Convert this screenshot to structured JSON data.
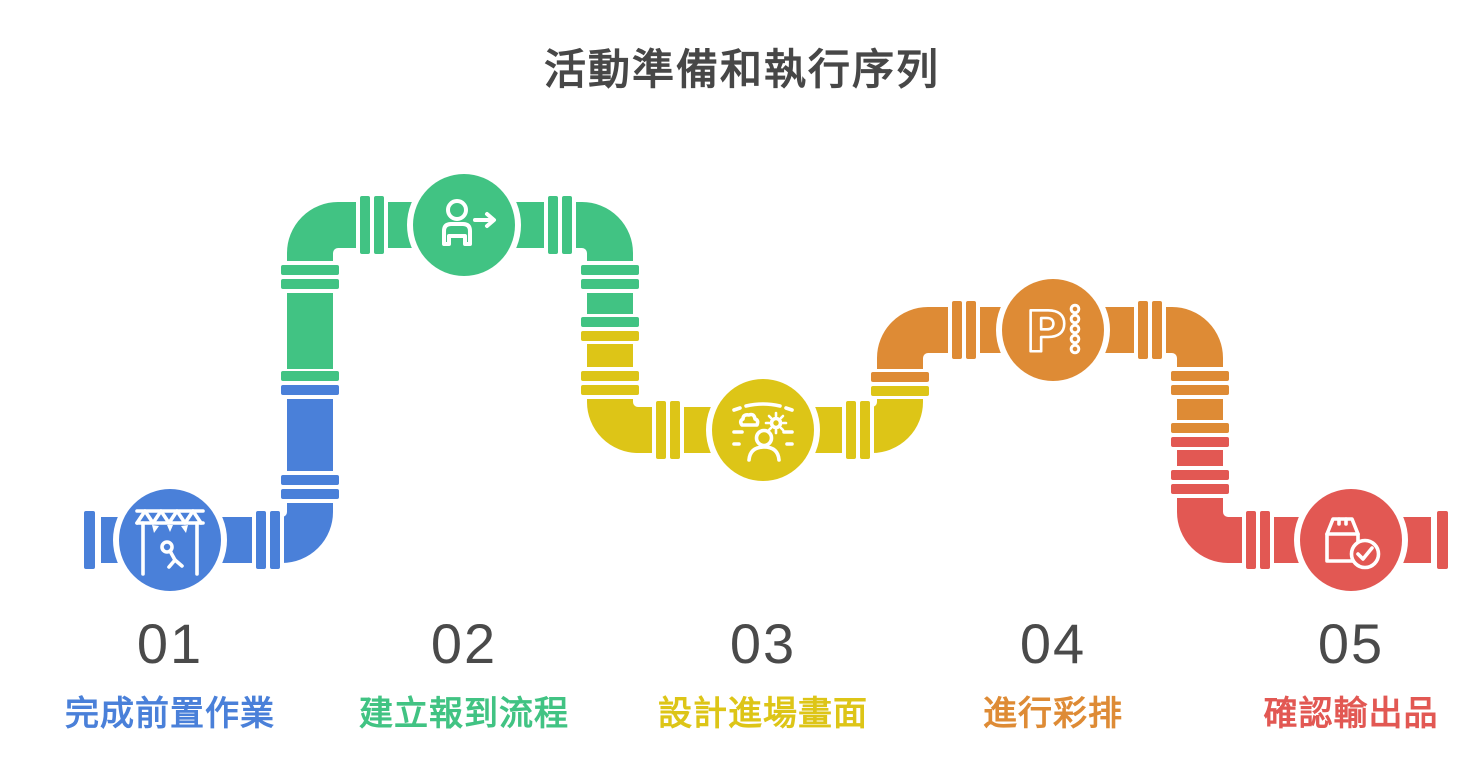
{
  "title": "活動準備和執行序列",
  "colors": {
    "title": "#474747",
    "number": "#4A4A4A",
    "background": "#FFFFFF"
  },
  "steps": [
    {
      "number": "01",
      "label": "完成前置作業",
      "color": "#4A80D9",
      "icon": "stage-truss-icon"
    },
    {
      "number": "02",
      "label": "建立報到流程",
      "color": "#41C383",
      "icon": "person-checkin-arrow-icon"
    },
    {
      "number": "03",
      "label": "設計進場畫面",
      "color": "#DDC517",
      "icon": "entrance-scene-icon"
    },
    {
      "number": "04",
      "label": "進行彩排",
      "color": "#DE8B35",
      "icon": "rehearsal-p-icon"
    },
    {
      "number": "05",
      "label": "確認輸出品",
      "color": "#E25853",
      "icon": "package-check-icon"
    }
  ]
}
